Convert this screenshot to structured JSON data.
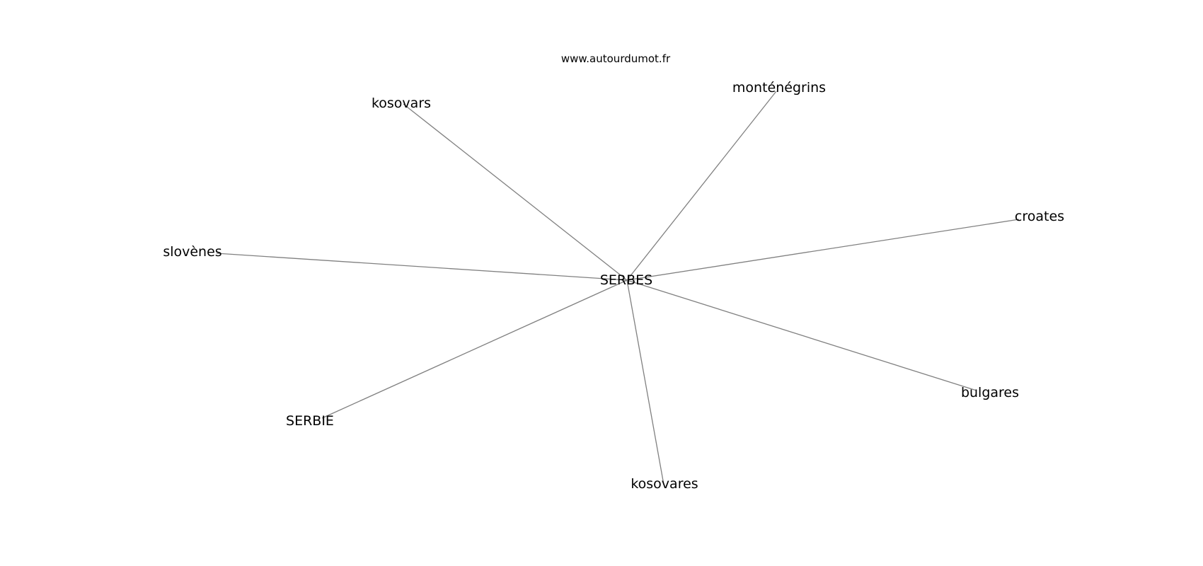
{
  "watermark": "www.autourdumot.fr",
  "graph": {
    "center": "SERBES",
    "nodes": [
      "kosovars",
      "monténégrins",
      "croates",
      "slovènes",
      "bulgares",
      "SERBIE",
      "kosovares"
    ],
    "edges": [
      [
        "SERBES",
        "kosovars"
      ],
      [
        "SERBES",
        "monténégrins"
      ],
      [
        "SERBES",
        "croates"
      ],
      [
        "SERBES",
        "slovènes"
      ],
      [
        "SERBES",
        "bulgares"
      ],
      [
        "SERBES",
        "SERBIE"
      ],
      [
        "SERBES",
        "kosovares"
      ]
    ]
  },
  "colors": {
    "edge": "#808080",
    "text": "#000000",
    "background": "#ffffff"
  }
}
